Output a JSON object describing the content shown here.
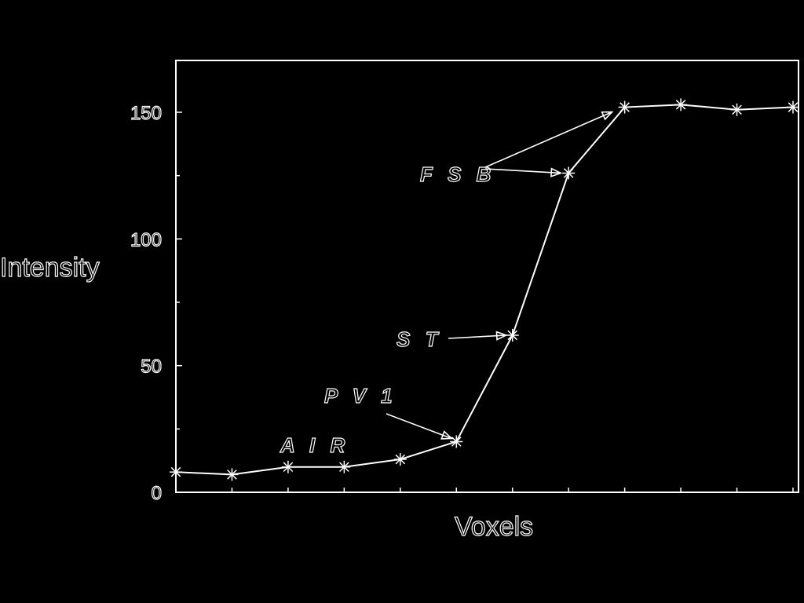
{
  "chart_data": {
    "type": "line",
    "title": "",
    "xlabel": "Voxels",
    "ylabel": "Intensity",
    "x": [
      1,
      2,
      3,
      4,
      5,
      6,
      7,
      8,
      9,
      10,
      11,
      12
    ],
    "xlim": [
      1,
      12
    ],
    "ylim": [
      0,
      170
    ],
    "yticks": [
      "0",
      "50",
      "100",
      "150"
    ],
    "series": [
      {
        "values": [
          8,
          7,
          10,
          10,
          13,
          20,
          62,
          126,
          152,
          153,
          151,
          152
        ],
        "marker": "asterisk",
        "color": "#ffffff"
      }
    ],
    "annotations": [
      {
        "text": "A I R"
      },
      {
        "text": "P V 1"
      },
      {
        "text": "S T"
      },
      {
        "text": "F S B"
      }
    ],
    "background": "#000000",
    "foreground": "#ffffff"
  }
}
